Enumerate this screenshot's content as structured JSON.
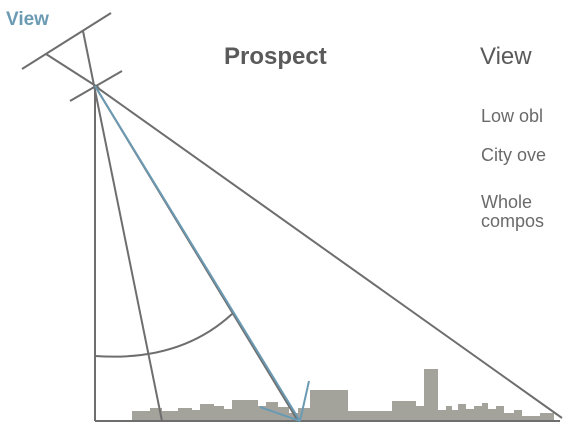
{
  "corner_label": "View",
  "columns": {
    "left_heading": "Prospect",
    "right_heading": "View"
  },
  "right_column_rows": [
    "Low obl",
    "City ove",
    "Whole\ncompos"
  ],
  "colors": {
    "line_gray": "#6e6e6e",
    "sight_line_blue": "#6b9ab3",
    "skyline_gray": "#a3a39c",
    "label_blue": "#6b9ab3",
    "text_gray": "#5a5a5a"
  }
}
